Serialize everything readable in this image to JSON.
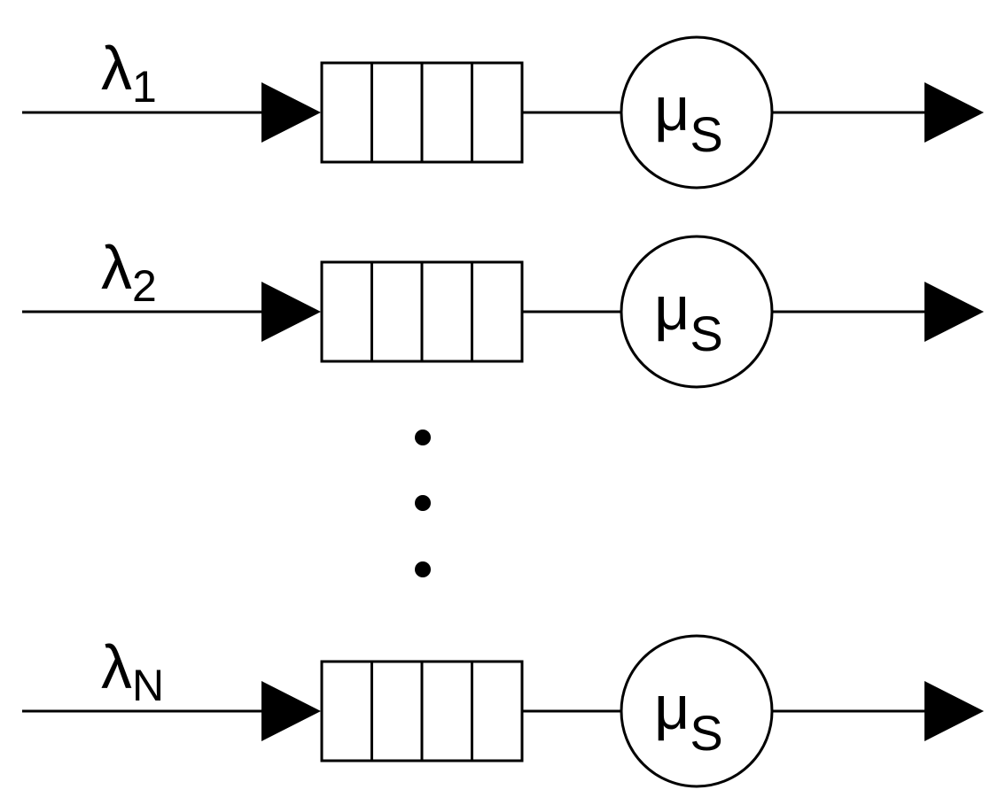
{
  "diagram": {
    "type": "parallel-queues",
    "queues": [
      {
        "arrival_symbol": "λ",
        "arrival_subscript": "1",
        "server_symbol": "μ",
        "server_subscript": "S",
        "buffer_cells": 4
      },
      {
        "arrival_symbol": "λ",
        "arrival_subscript": "2",
        "server_symbol": "μ",
        "server_subscript": "S",
        "buffer_cells": 4
      },
      {
        "arrival_symbol": "λ",
        "arrival_subscript": "N",
        "server_symbol": "μ",
        "server_subscript": "S",
        "buffer_cells": 4
      }
    ],
    "ellipsis_dots": 3,
    "colors": {
      "stroke": "#000000",
      "fill": "#ffffff"
    }
  }
}
